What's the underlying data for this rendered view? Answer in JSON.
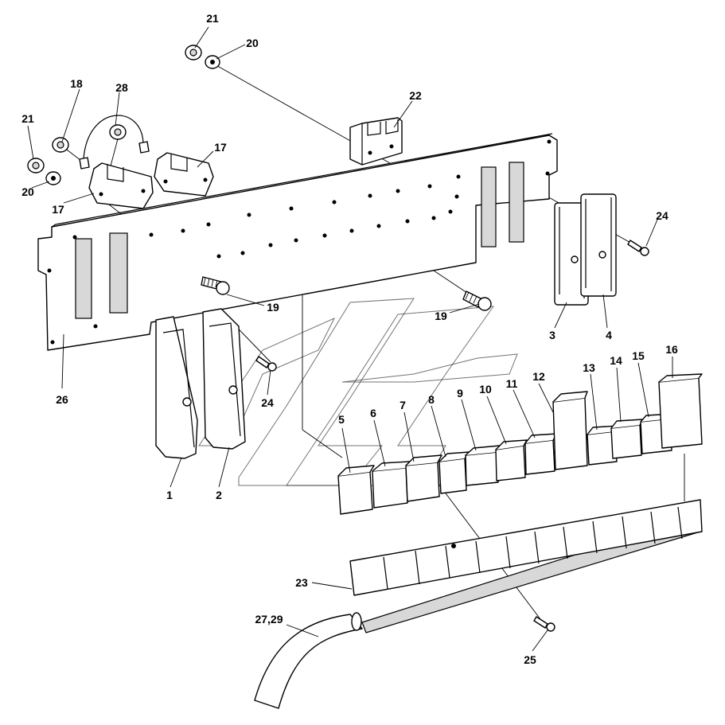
{
  "callouts": [
    {
      "id": "c21a",
      "text": "21"
    },
    {
      "id": "c20a",
      "text": "20"
    },
    {
      "id": "c18",
      "text": "18"
    },
    {
      "id": "c28",
      "text": "28"
    },
    {
      "id": "c22",
      "text": "22"
    },
    {
      "id": "c21b",
      "text": "21"
    },
    {
      "id": "c17a",
      "text": "17"
    },
    {
      "id": "c20b",
      "text": "20"
    },
    {
      "id": "c17b",
      "text": "17"
    },
    {
      "id": "c24a",
      "text": "24"
    },
    {
      "id": "c19a",
      "text": "19"
    },
    {
      "id": "c19b",
      "text": "19"
    },
    {
      "id": "c3",
      "text": "3"
    },
    {
      "id": "c4",
      "text": "4"
    },
    {
      "id": "c26",
      "text": "26"
    },
    {
      "id": "c24b",
      "text": "24"
    },
    {
      "id": "c16",
      "text": "16"
    },
    {
      "id": "c15",
      "text": "15"
    },
    {
      "id": "c14",
      "text": "14"
    },
    {
      "id": "c13",
      "text": "13"
    },
    {
      "id": "c12",
      "text": "12"
    },
    {
      "id": "c11",
      "text": "11"
    },
    {
      "id": "c10",
      "text": "10"
    },
    {
      "id": "c9",
      "text": "9"
    },
    {
      "id": "c8",
      "text": "8"
    },
    {
      "id": "c7",
      "text": "7"
    },
    {
      "id": "c6",
      "text": "6"
    },
    {
      "id": "c5",
      "text": "5"
    },
    {
      "id": "c1",
      "text": "1"
    },
    {
      "id": "c2",
      "text": "2"
    },
    {
      "id": "c23",
      "text": "23"
    },
    {
      "id": "c2729",
      "text": "27,29"
    },
    {
      "id": "c25",
      "text": "25"
    }
  ]
}
